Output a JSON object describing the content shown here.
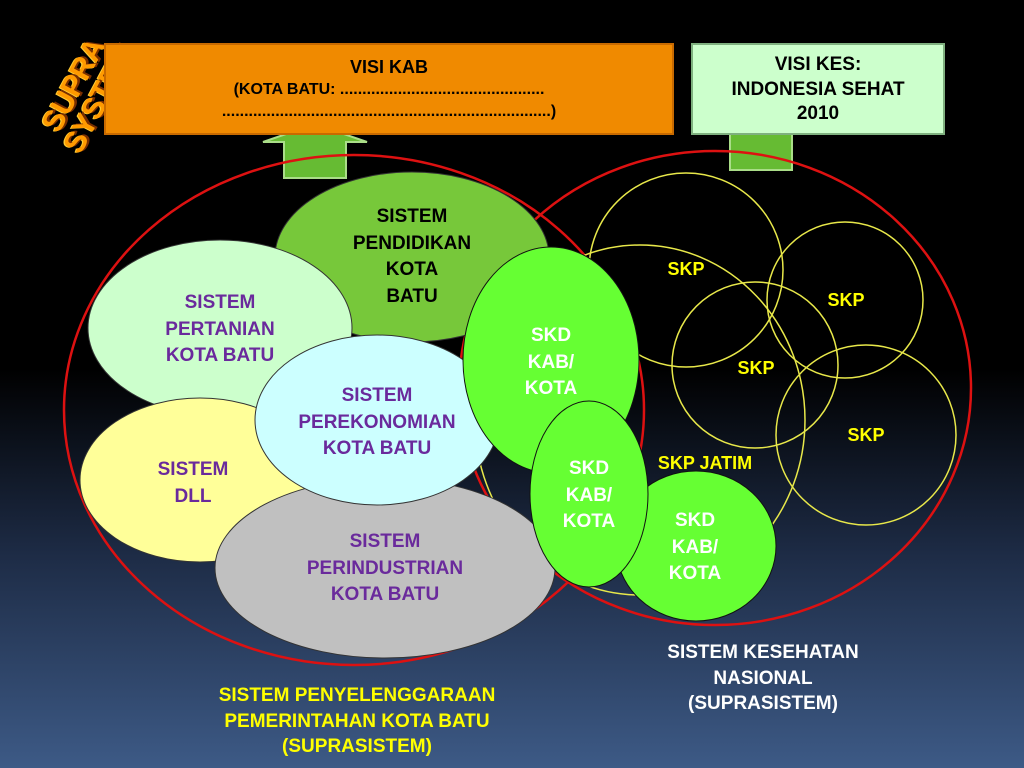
{
  "supra_system": {
    "line1": "SUPRA",
    "line2": "SYSTEM"
  },
  "visi_kab": {
    "line1": "VISI KAB",
    "line2": "(KOTA BATU:  ..............................................",
    "line3": "..........................................................................)"
  },
  "visi_kes": {
    "line1": "VISI KES:",
    "line2": "INDONESIA SEHAT",
    "line3": "2010"
  },
  "pemerintahan": {
    "pendidikan": [
      "SISTEM",
      "PENDIDIKAN",
      "KOTA",
      "BATU"
    ],
    "pertanian": [
      "SISTEM",
      "PERTANIAN",
      "KOTA BATU"
    ],
    "perekonomian": [
      "SISTEM",
      "PEREKONOMIAN",
      "KOTA BATU"
    ],
    "dll": [
      "SISTEM",
      "DLL"
    ],
    "perindustrian": [
      "SISTEM",
      "PERINDUSTRIAN",
      "KOTA BATU"
    ],
    "caption": [
      "SISTEM PENYELENGGARAAN",
      "PEMERINTAHAN KOTA BATU",
      "(SUPRASISTEM)"
    ]
  },
  "kesehatan": {
    "skd": [
      "SKD",
      "KAB/",
      "KOTA"
    ],
    "skp": "SKP",
    "skp_jatim": "SKP JATIM",
    "caption": [
      "SISTEM KESEHATAN",
      "NASIONAL",
      "(SUPRASISTEM)"
    ]
  },
  "colors": {
    "visi_kab_bg": "#f08a00",
    "visi_kes_bg": "#ccffcc",
    "arrow": "#66bb33",
    "pendidikan": "#77c83a",
    "pertanian": "#ccffcc",
    "perekonomian": "#ccffff",
    "dll": "#ffff99",
    "perindustrian": "#c0c0c0",
    "skd": "#66ff33",
    "circle_red": "#dd1111",
    "circle_yellow": "#e8e84a"
  }
}
